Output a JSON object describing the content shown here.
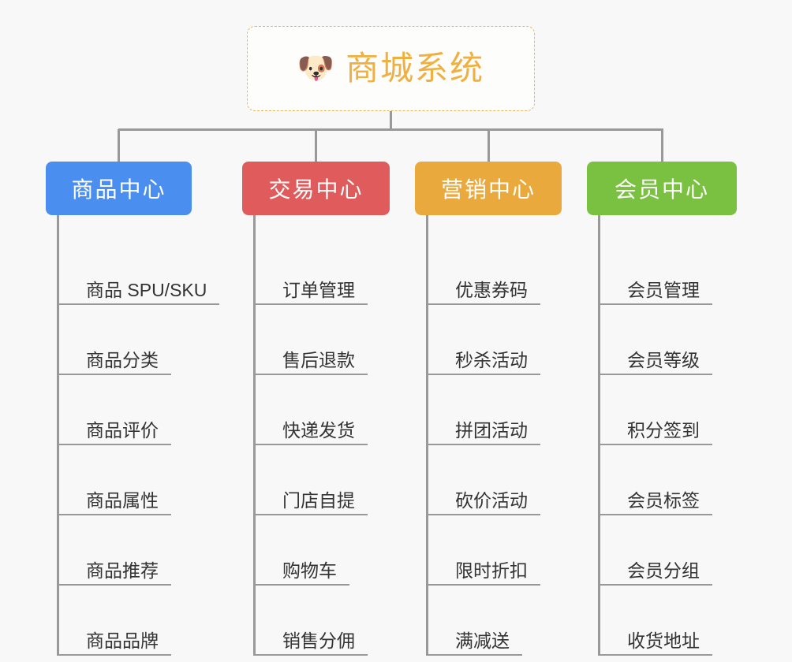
{
  "diagram": {
    "type": "mind-map",
    "background_color": "#f8f8f8",
    "root": {
      "emoji": "dog-face-icon",
      "emoji_glyph": "🐶",
      "title": "商城系统",
      "text_color": "#f0b040",
      "border_color": "#e8b860",
      "border_style": "dashed"
    },
    "connector_color": "#999999",
    "branches": [
      {
        "id": "product-center",
        "label": "商品中心",
        "color": "#4a8ef0",
        "items": [
          "商品 SPU/SKU",
          "商品分类",
          "商品评价",
          "商品属性",
          "商品推荐",
          "商品品牌"
        ]
      },
      {
        "id": "trade-center",
        "label": "交易中心",
        "color": "#e05c5c",
        "items": [
          "订单管理",
          "售后退款",
          "快递发货",
          "门店自提",
          "购物车",
          "销售分佣"
        ]
      },
      {
        "id": "marketing-center",
        "label": "营销中心",
        "color": "#e9a93d",
        "items": [
          "优惠券码",
          "秒杀活动",
          "拼团活动",
          "砍价活动",
          "限时折扣",
          "满减送"
        ]
      },
      {
        "id": "member-center",
        "label": "会员中心",
        "color": "#7ac142",
        "items": [
          "会员管理",
          "会员等级",
          "积分签到",
          "会员标签",
          "会员分组",
          "收货地址"
        ]
      }
    ]
  }
}
